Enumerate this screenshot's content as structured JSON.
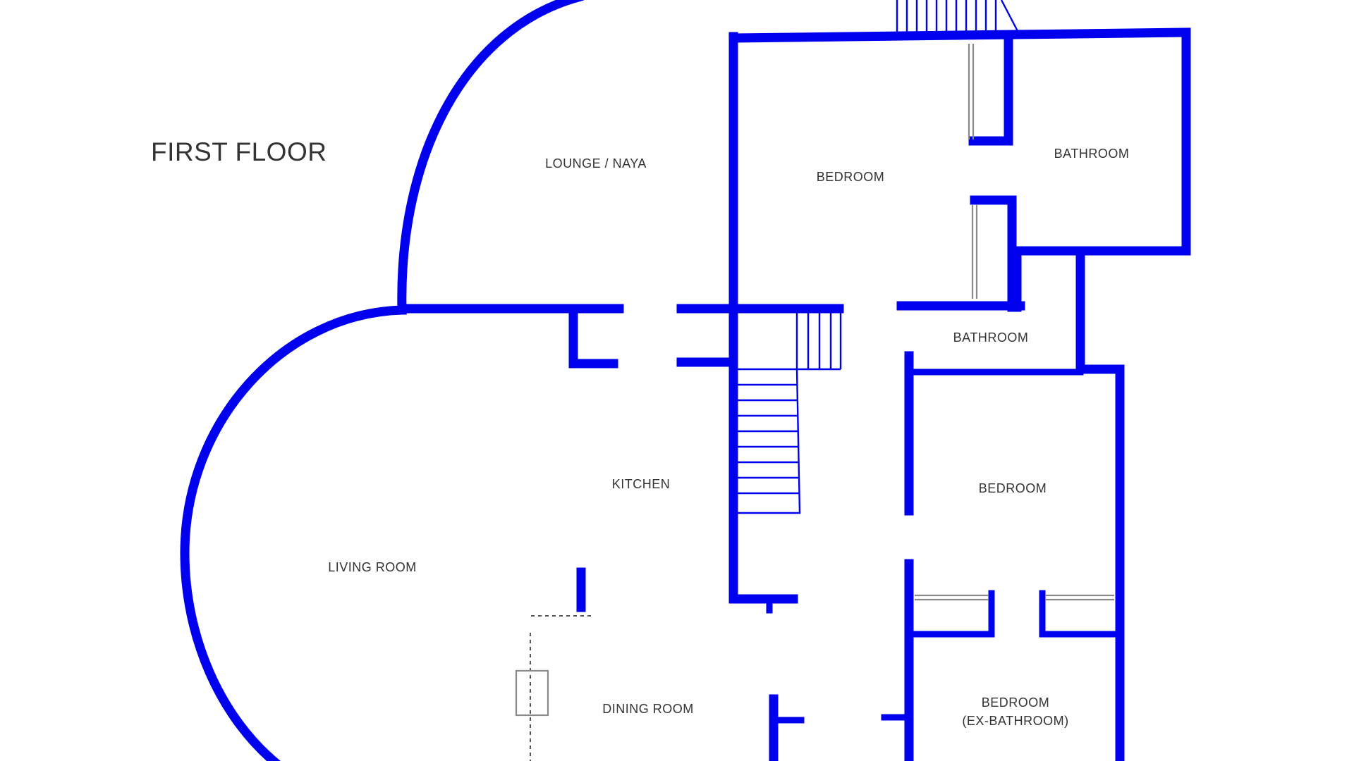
{
  "floor_title": "FIRST FLOOR",
  "rooms": {
    "lounge": "LOUNGE / NAYA",
    "bedroom_top": "BEDROOM",
    "bathroom_top": "BATHROOM",
    "bathroom_mid": "BATHROOM",
    "kitchen": "KITCHEN",
    "living_room": "LIVING ROOM",
    "bedroom_mid": "BEDROOM",
    "dining_room": "DINING ROOM",
    "bedroom_ex_line1": "BEDROOM",
    "bedroom_ex_line2": "(EX-BATHROOM)"
  },
  "colors": {
    "wall": "#0000ee",
    "text": "#333333",
    "fixture": "#8a8a8a"
  }
}
